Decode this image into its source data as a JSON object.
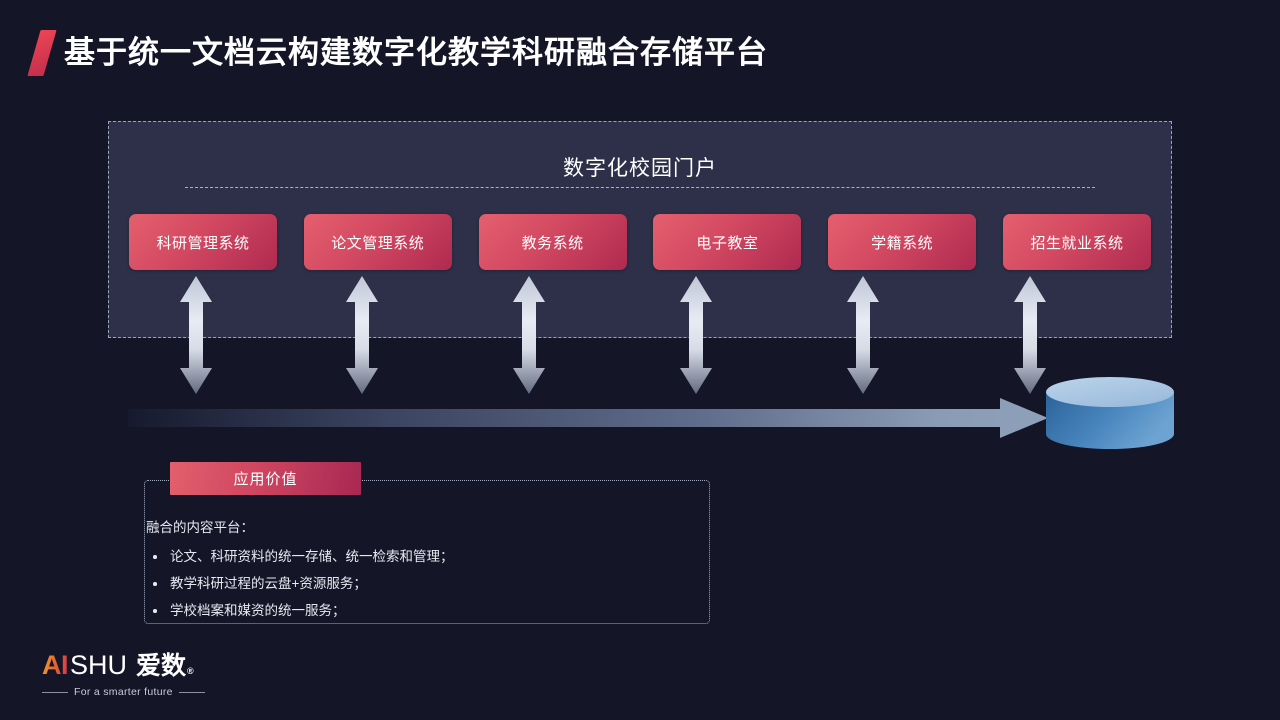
{
  "title": "基于统一文档云构建数字化教学科研融合存储平台",
  "portal": {
    "heading": "数字化校园门户",
    "systems": [
      {
        "label": "科研管理系统"
      },
      {
        "label": "论文管理系统"
      },
      {
        "label": "教务系统"
      },
      {
        "label": "电子教室"
      },
      {
        "label": "学籍系统"
      },
      {
        "label": "招生就业系统"
      }
    ]
  },
  "storage": {
    "icon": "database-cylinder-icon"
  },
  "value": {
    "badge": "应用价值",
    "intro": "融合的内容平台：",
    "bullets": [
      "论文、科研资料的统一存储、统一检索和管理；",
      "教学科研过程的云盘+资源服务；",
      "学校档案和媒资的统一服务；"
    ]
  },
  "logo": {
    "ai": "AI",
    "shu": "SHU",
    "cn": "爱数",
    "registered": "®",
    "tagline": "For a smarter future"
  },
  "colors": {
    "background": "#141527",
    "panel": "#2D3048",
    "panel_border": "#9AA4BD",
    "accent_red_light": "#E4606E",
    "accent_red_dark": "#AF2A50",
    "arrow_light": "#C3CAD8",
    "arrow_dark": "#6B7285",
    "flow_arrow": "#8A9BB5",
    "db_top": "#A8C4E0",
    "db_body_dark": "#2B6399",
    "db_body_light": "#5E96C8",
    "text_primary": "#FFFFFF",
    "text_body": "#E7E9F0"
  }
}
